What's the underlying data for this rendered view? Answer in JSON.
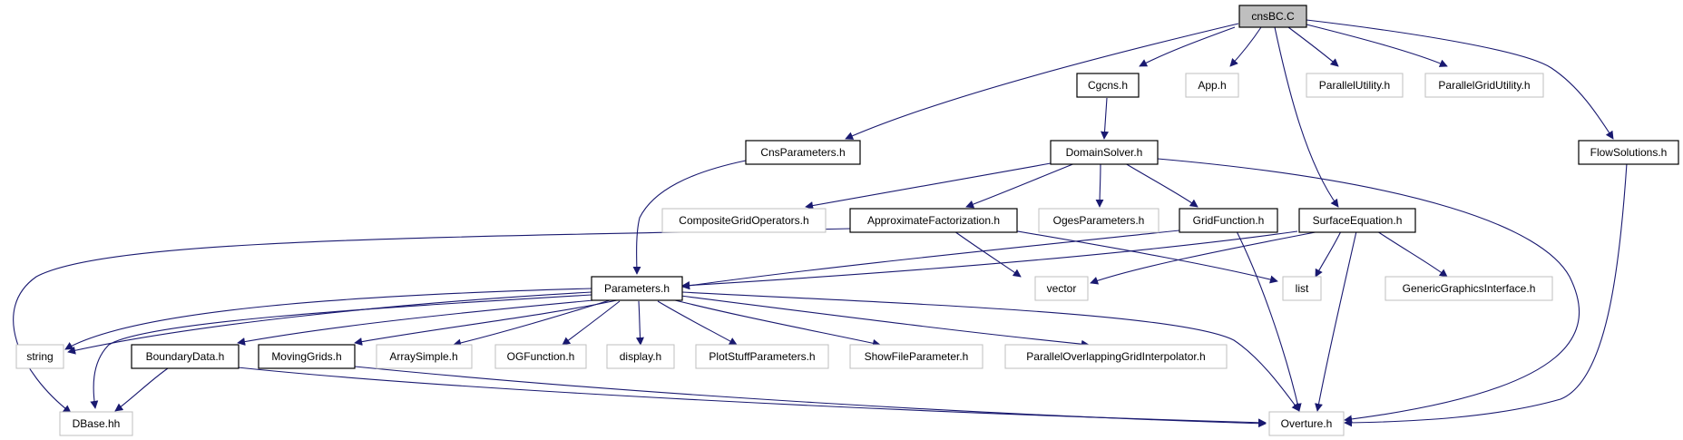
{
  "colors": {
    "edge": "#191970",
    "root_fill": "#bfbfbf",
    "linked_border": "#000000",
    "plain_border": "#bfbfbf"
  },
  "nodes": {
    "root": "cnsBC.C",
    "cgcns": "Cgcns.h",
    "app": "App.h",
    "parallel_utility": "ParallelUtility.h",
    "parallel_grid_utility": "ParallelGridUtility.h",
    "cns_parameters": "CnsParameters.h",
    "domain_solver": "DomainSolver.h",
    "flow_solutions": "FlowSolutions.h",
    "composite_grid_operators": "CompositeGridOperators.h",
    "approximate_factorization": "ApproximateFactorization.h",
    "oges_parameters": "OgesParameters.h",
    "grid_function": "GridFunction.h",
    "surface_equation": "SurfaceEquation.h",
    "parameters": "Parameters.h",
    "vector": "vector",
    "list": "list",
    "generic_graphics_interface": "GenericGraphicsInterface.h",
    "string": "string",
    "boundary_data": "BoundaryData.h",
    "moving_grids": "MovingGrids.h",
    "array_simple": "ArraySimple.h",
    "og_function": "OGFunction.h",
    "display": "display.h",
    "plot_stuff_parameters": "PlotStuffParameters.h",
    "show_file_parameter": "ShowFileParameter.h",
    "parallel_overlapping_grid_interpolator": "ParallelOverlappingGridInterpolator.h",
    "dbase": "DBase.hh",
    "overture": "Overture.h"
  }
}
